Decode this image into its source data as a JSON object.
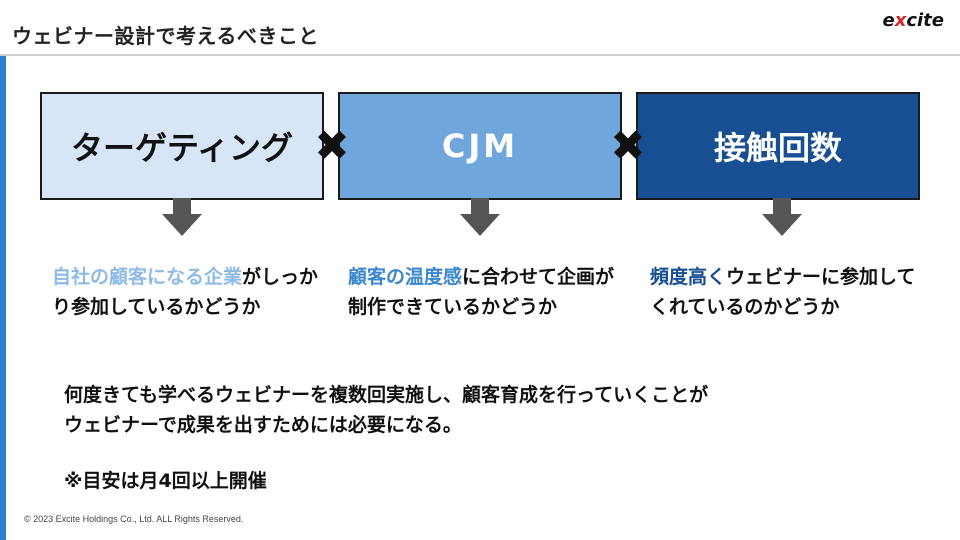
{
  "header": {
    "title": "ウェビナー設計で考えるべきこと",
    "logo_pre": "e",
    "logo_x": "x",
    "logo_post": "cite"
  },
  "boxes": [
    {
      "label": "ターゲティング"
    },
    {
      "label": "CJM"
    },
    {
      "label": "接触回数"
    }
  ],
  "times_symbol": "✖",
  "descriptions": [
    {
      "highlight": "自社の顧客になる企業",
      "rest": "がしっかり参加しているかどうか"
    },
    {
      "highlight": "顧客の温度感",
      "rest": "に合わせて企画が制作できているかどうか"
    },
    {
      "highlight": "頻度高く",
      "rest": "ウェビナーに参加してくれているのかどうか"
    }
  ],
  "summary": {
    "line1": "何度きても学べるウェビナーを複数回実施し、顧客育成を行っていくことが",
    "line2": "ウェビナーで成果を出すためには必要になる。"
  },
  "note": "※目安は月4回以上開催",
  "footer": "© 2023 Excite Holdings Co., Ltd. ALL Rights Reserved.",
  "colors": {
    "accent": "#2f7fd1",
    "box1": "#d6e6f6",
    "box2": "#6fa6dc",
    "box3": "#174f92"
  }
}
